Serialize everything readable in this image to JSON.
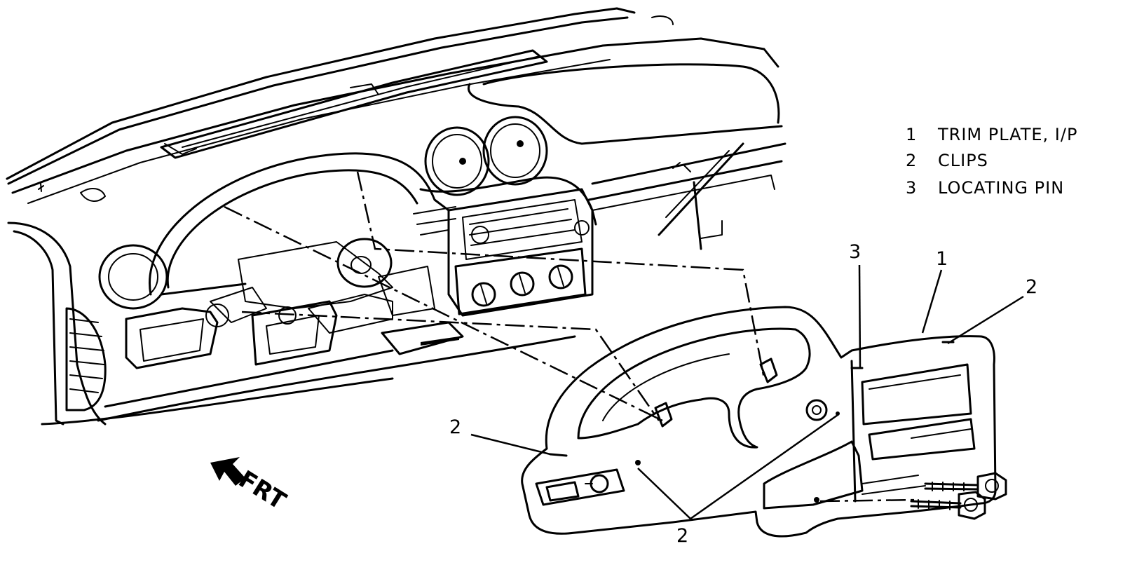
{
  "legend": [
    {
      "num": "1",
      "label": "TRIM PLATE, I/P"
    },
    {
      "num": "2",
      "label": "CLIPS"
    },
    {
      "num": "3",
      "label": "LOCATING PIN"
    }
  ],
  "callouts": {
    "c3": "3",
    "c1": "1",
    "c2_right": "2",
    "c2_left": "2",
    "c2_bottom": "2"
  },
  "orientation": {
    "arrow_label": "FRT"
  }
}
